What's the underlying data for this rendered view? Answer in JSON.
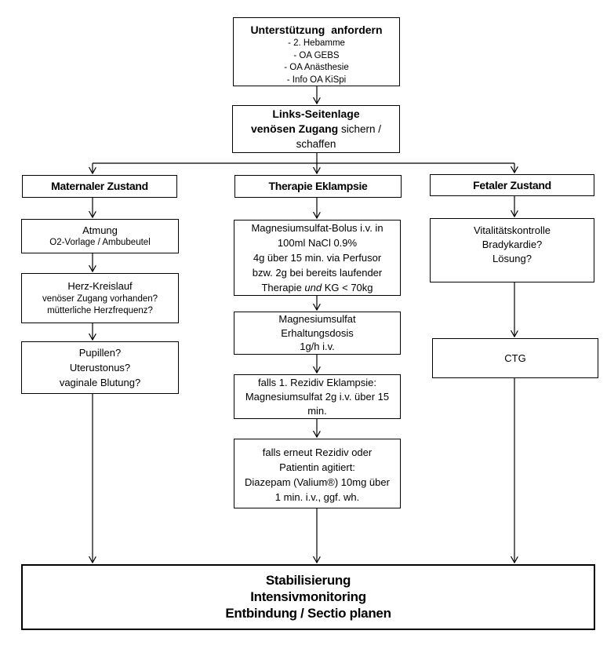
{
  "page": {
    "background": "#ffffff",
    "line_color": "#000000"
  },
  "flowchart": {
    "top_box": {
      "title": "Unterstützung anfordern",
      "items": [
        "- 2. Hebamme",
        "- OA GEBS",
        "- OA Anästhesie",
        "- Info OA KiSpi"
      ]
    },
    "position_box": {
      "line1_bold": "Links-Seitenlage",
      "line2_bold": "venösen Zugang",
      "line2_rest": " sichern /",
      "line3": "schaffen"
    },
    "maternal": {
      "header": "Maternaler Zustand",
      "breathing": {
        "title": "Atmung",
        "subtitle": "O2-Vorlage / Ambubeutel"
      },
      "circulation": {
        "title": "Herz-Kreislauf",
        "lines": [
          "venöser Zugang vorhanden?",
          "mütterliche Herzfrequenz?"
        ]
      },
      "checks": {
        "lines": [
          "Pupillen?",
          "Uterustonus?",
          "vaginale Blutung?"
        ]
      }
    },
    "therapy": {
      "header": "Therapie Eklampsie",
      "bolus": {
        "lines": [
          "Magnesiumsulfat-Bolus i.v. in",
          "100ml NaCl 0.9%",
          "4g über 15 min. via Perfusor",
          "bzw. 2g bei bereits laufender"
        ],
        "last_line_pre": "Therapie ",
        "last_line_italic": "und",
        "last_line_post": " KG < 70kg"
      },
      "maintenance": {
        "lines": [
          "Magnesiumsulfat",
          "Erhaltungsdosis",
          "1g/h i.v."
        ]
      },
      "relapse": {
        "lines": [
          "falls 1. Rezidiv Eklampsie:",
          "Magnesiumsulfat 2g i.v. über 15",
          "min."
        ]
      },
      "diazepam": {
        "lines": [
          "falls erneut Rezidiv oder",
          "Patientin agitiert:",
          "Diazepam (Valium®) 10mg über",
          "1 min. i.v., ggf. wh."
        ]
      }
    },
    "fetal": {
      "header": "Fetaler Zustand",
      "vitality": {
        "lines": [
          "Vitalitätskontrolle",
          "Bradykardie?",
          "Lösung?"
        ]
      },
      "ctg": {
        "label": "CTG"
      }
    },
    "bottom_box": {
      "lines": [
        "Stabilisierung",
        "Intensivmonitoring",
        "Entbindung / Sectio planen"
      ]
    }
  }
}
